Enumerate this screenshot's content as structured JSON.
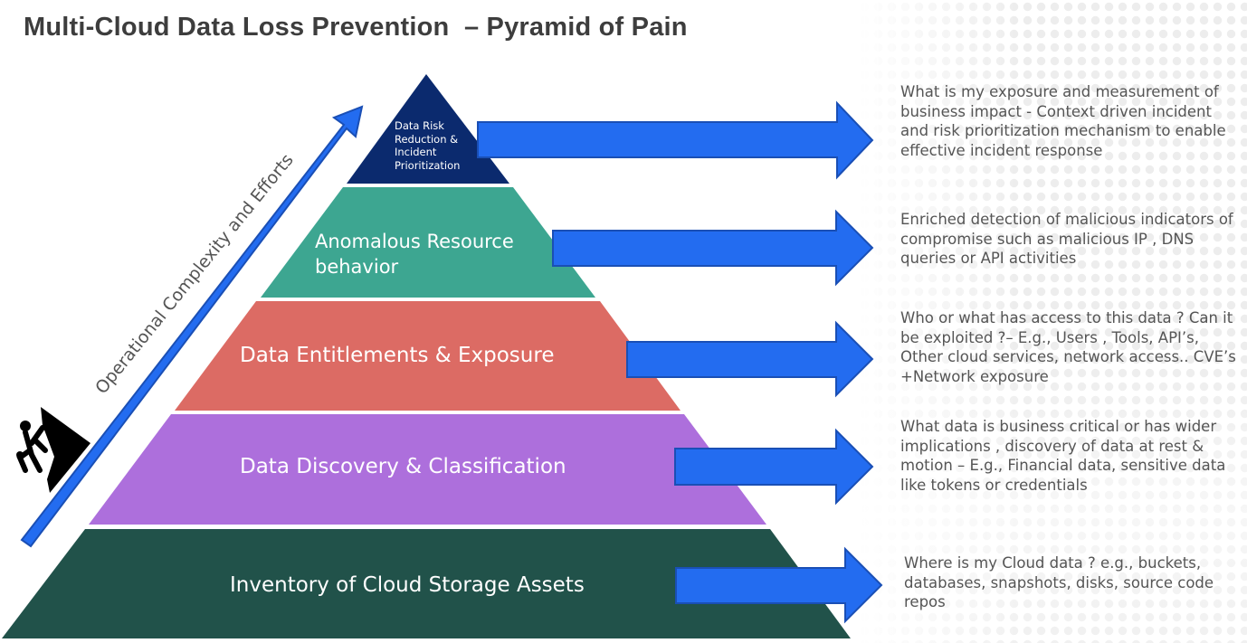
{
  "title": "Multi-Cloud Data Loss Prevention  – Pyramid of Pain",
  "axis": {
    "label": "Operational Complexity and Efforts",
    "icon": "climber-icon"
  },
  "colors": {
    "arrow": "#236cf0",
    "arrow_border": "#1a4fb5",
    "title": "#3d3d3d",
    "description_text": "#555555"
  },
  "levels": [
    {
      "label": "Data Risk Reduction & Incident Prioritization",
      "color": "#0b2a6e",
      "description": "What is my exposure and measurement of business impact - Context driven incident and risk prioritization mechanism to enable effective incident response"
    },
    {
      "label": "Anomalous Resource behavior",
      "color": "#3da691",
      "description": "Enriched detection of malicious indicators of compromise such as malicious IP , DNS queries or API activities"
    },
    {
      "label": "Data Entitlements & Exposure",
      "color": "#dc6b64",
      "description": "Who or what has access to this data ? Can it be exploited ?– E.g., Users , Tools, API’s, Other cloud services, network access.. CVE’s +Network exposure"
    },
    {
      "label": "Data Discovery & Classification",
      "color": "#ad6fdc",
      "description": "What data is business critical or has wider implications , discovery of data at rest & motion – E.g., Financial data, sensitive data like tokens or credentials"
    },
    {
      "label": "Inventory of Cloud Storage Assets",
      "color": "#21524a",
      "description": "Where is my Cloud data ? e.g., buckets, databases, snapshots, disks, source code repos"
    }
  ]
}
